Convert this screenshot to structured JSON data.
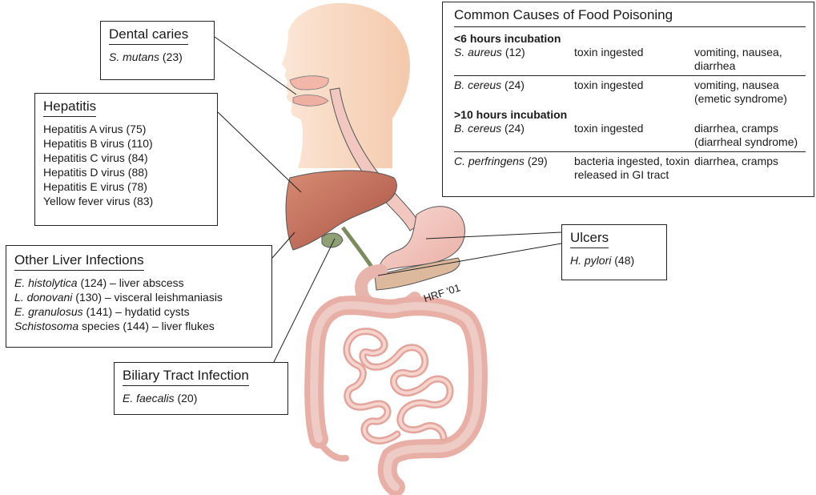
{
  "dental": {
    "title": "Dental caries",
    "org": "S. mutans",
    "ref": " (23)"
  },
  "hepatitis": {
    "title": "Hepatitis",
    "items": [
      "Hepatitis A virus (75)",
      "Hepatitis B virus (110)",
      "Hepatitis C virus (84)",
      "Hepatitis D virus (88)",
      "Hepatitis E virus (78)",
      "Yellow fever virus (83)"
    ]
  },
  "liver": {
    "title": "Other Liver Infections",
    "items": [
      {
        "org": "E. histolytica",
        "rest": " (124) – liver abscess"
      },
      {
        "org": "L. donovani",
        "rest": " (130) – visceral leishmaniasis"
      },
      {
        "org": "E. granulosus",
        "rest": " (141) – hydatid cysts"
      },
      {
        "org": "Schistosoma",
        "rest": " species (144) – liver flukes"
      }
    ]
  },
  "biliary": {
    "title": "Biliary Tract Infection",
    "org": "E. faecalis",
    "ref": " (20)"
  },
  "ulcers": {
    "title": "Ulcers",
    "org": "H. pylori",
    "ref": " (48)"
  },
  "food": {
    "title": "Common Causes of Food Poisoning",
    "sections": [
      {
        "heading": "<6 hours incubation",
        "rows": [
          {
            "org": "S. aureus",
            "ref": " (12)",
            "mech": "toxin ingested",
            "sym": "vomiting, nausea, diarrhea"
          },
          {
            "org": "B. cereus",
            "ref": " (24)",
            "mech": "toxin ingested",
            "sym": "vomiting, nausea (emetic syndrome)"
          }
        ]
      },
      {
        "heading": ">10 hours incubation",
        "rows": [
          {
            "org": "B. cereus",
            "ref": " (24)",
            "mech": "toxin ingested",
            "sym": "diarrhea, cramps (diarrheal syndrome)"
          },
          {
            "org": "C. perfringens",
            "ref": " (29)",
            "mech": "bacteria ingested, toxin released in GI tract",
            "sym": "diarrhea, cramps"
          }
        ]
      }
    ]
  },
  "signature": "HRF '01",
  "colors": {
    "skin": "#f7d7bf",
    "liver": "#c46f5c",
    "gallbladder": "#8fa074",
    "gut": "#f2c7c0",
    "outline": "#333333"
  }
}
